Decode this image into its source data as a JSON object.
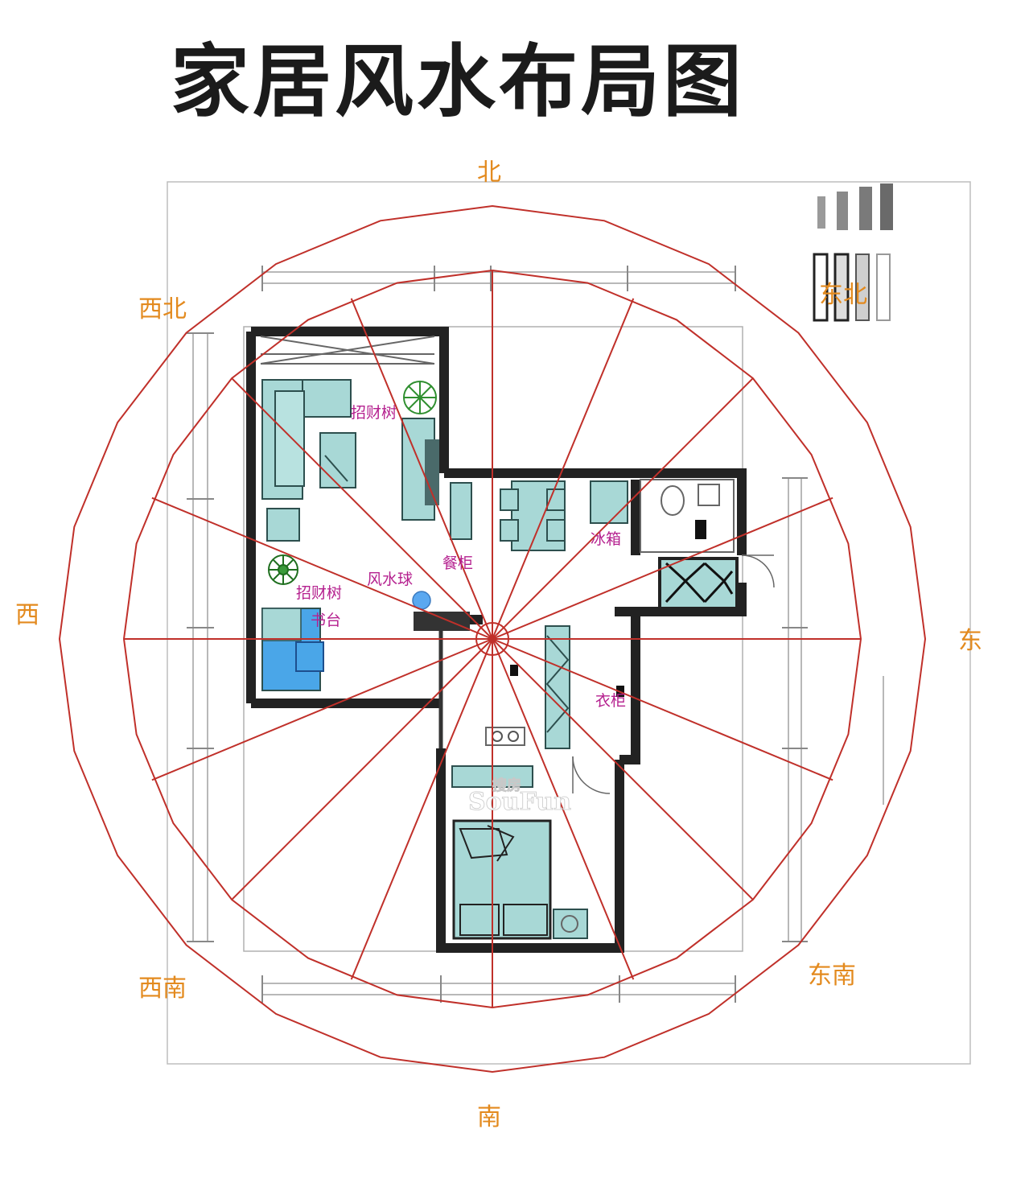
{
  "title": "家居风水布局图",
  "directions": {
    "north": "北",
    "south": "南",
    "east": "东",
    "west": "西",
    "northeast": "东北",
    "northwest": "西北",
    "southeast": "东南",
    "southwest": "西南"
  },
  "rooms": {
    "money_tree_top": "招财树",
    "money_tree_left": "招财树",
    "fengshui_ball": "风水球",
    "dining_cabinet": "餐柜",
    "fridge": "冰箱",
    "desk": "书台",
    "wardrobe": "衣柜"
  },
  "watermark": {
    "logo": "SouFun",
    "chinese": "搜房"
  },
  "colors": {
    "compass_lines": "#c0302a",
    "direction_labels": "#e38a1e",
    "room_labels": "#b5218f",
    "furniture": "#a8d8d6",
    "desk": "#4aa6e8",
    "walls": "#222222"
  }
}
